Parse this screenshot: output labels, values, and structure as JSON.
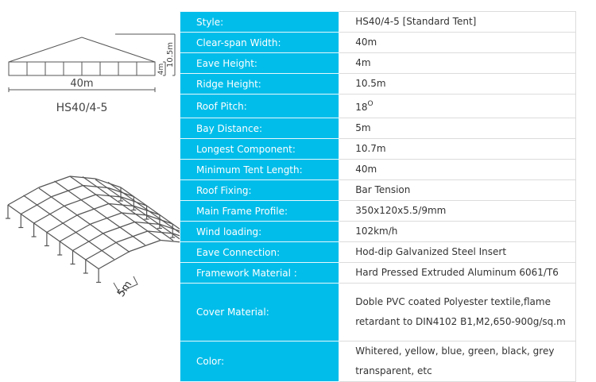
{
  "diagram": {
    "width_label": "40m",
    "ridge_label": "10.5m",
    "eave_label": "4m",
    "model_label": "HS40/4-5",
    "bay_label": "5m"
  },
  "spec": {
    "rows": [
      {
        "label": "Style:",
        "value": "HS40/4-5 [Standard Tent]"
      },
      {
        "label": "Clear-span Width:",
        "value": "40m"
      },
      {
        "label": "Eave Height:",
        "value": "4m"
      },
      {
        "label": "Ridge Height:",
        "value": "10.5m"
      },
      {
        "label": "Roof Pitch:",
        "value": "18",
        "sup": "O"
      },
      {
        "label": "Bay Distance:",
        "value": "5m"
      },
      {
        "label": "Longest Component:",
        "value": "10.7m"
      },
      {
        "label": "Minimum Tent Length:",
        "value": "40m"
      },
      {
        "label": "Roof Fixing:",
        "value": "Bar Tension"
      },
      {
        "label": "Main Frame Profile:",
        "value": "350x120x5.5/9mm"
      },
      {
        "label": "Wind loading:",
        "value": "102km/h"
      },
      {
        "label": "Eave Connection:",
        "value": "Hod-dip Galvanized Steel Insert"
      },
      {
        "label": "Framework Material :",
        "value": "Hard Pressed Extruded Aluminum 6061/T6"
      },
      {
        "label": "Cover Material:",
        "value": "Doble PVC coated Polyester textile,flame retardant to DIN4102 B1,M2,650-900g/sq.m"
      },
      {
        "label": "Color:",
        "value": "Whitered, yellow, blue, green, black, grey transparent, etc"
      }
    ]
  }
}
